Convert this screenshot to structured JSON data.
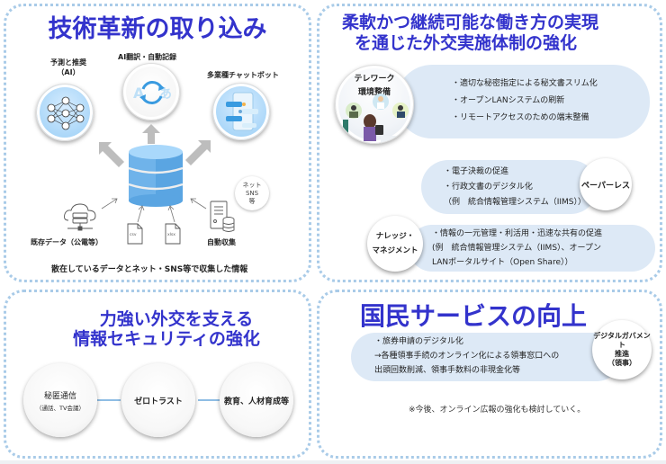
{
  "tech": {
    "title": "技術革新の取り込み",
    "prediction_label_line1": "予測と推奨",
    "prediction_label_line2": "（AI）",
    "translation_label": "AI翻訳・自動記録",
    "chatbot_label": "多業種チャットボット",
    "existing_data_label": "既存データ（公電等）",
    "csv_label": "csv",
    "xlsx_label": "xlsx",
    "auto_collect_label": "自動収集",
    "net_bubble": [
      "ネット",
      "SNS",
      "等"
    ],
    "caption": "散在しているデータとネット・SNS等で収集した情報",
    "translate_a": "A",
    "translate_b": "あ"
  },
  "work": {
    "title_line1": "柔軟かつ継続可能な働き方の実現",
    "title_line2": "を通じた外交実施体制の強化",
    "telework": {
      "label_line1": "テレワーク",
      "label_line2": "環境整備",
      "items": [
        "・適切な秘密指定による秘文書スリム化",
        "・オープンLANシステムの刷新",
        "・リモートアクセスのための端末整備"
      ]
    },
    "paperless": {
      "label": "ペーパーレス",
      "items": [
        "・電子決裁の促進",
        "・行政文書のデジタル化",
        "（例　統合情報管理システム（IIMS））"
      ]
    },
    "knowledge": {
      "label_line1": "ナレッジ・",
      "label_line2": "マネジメント",
      "items": [
        "・情報の一元管理・利活用・迅速な共有の促進",
        "(例　統合情報管理システム（IIMS）、オープン",
        "LANポータルサイト（Open Share））"
      ]
    }
  },
  "security": {
    "title_line1": "力強い外交を支える",
    "title_line2": "情報セキュリティの強化",
    "circles": [
      {
        "label": "秘匿通信",
        "sub": "（通話、TV会議）"
      },
      {
        "label": "ゼロトラスト",
        "sub": ""
      },
      {
        "label": "教育、人材育成等",
        "sub": ""
      }
    ]
  },
  "service": {
    "title": "国民サービスの向上",
    "items": [
      "・旅券申請のデジタル化",
      "→各種領事手続のオンライン化による領事窓口への",
      "出頭回数削減、領事手数料の非現金化等"
    ],
    "badge_line1": "デジタルガバメント",
    "badge_line2": "推進",
    "badge_line3": "（領事）",
    "note": "※今後、オンライン広報の強化も検討していく。"
  },
  "colors": {
    "title": "#3333cc",
    "panel_border": "#a9cbe8",
    "pill": "#dde9f6",
    "db_blue": "#6fb3ea"
  }
}
